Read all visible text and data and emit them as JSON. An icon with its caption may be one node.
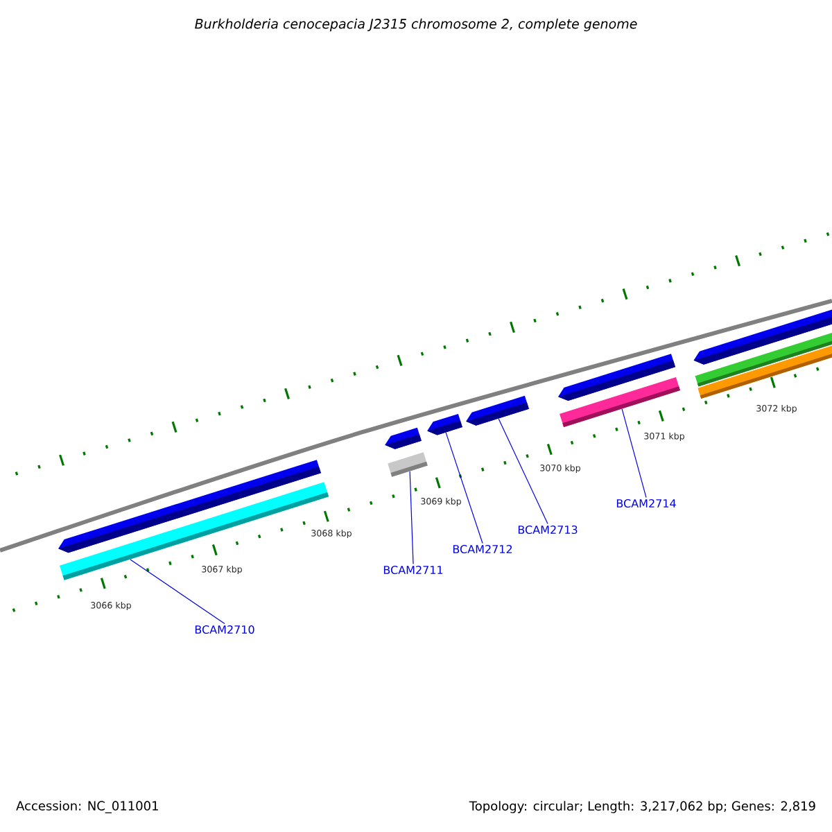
{
  "diagram": {
    "title": "Burkholderia cenocepacia J2315 chromosome 2, complete genome",
    "nodes": [
      {
        "text": [],
        "shape": "pentagon"
      },
      {
        "text": [],
        "shape": "bar"
      },
      {
        "text": [],
        "shape": "pentagon"
      },
      {
        "text": [],
        "shape": "bar"
      },
      {
        "text": [],
        "shape": "pentagon"
      },
      {
        "text": [],
        "shape": "pentagon"
      },
      {
        "text": [],
        "shape": "pentagon"
      },
      {
        "text": [],
        "shape": "bar"
      },
      {
        "text": [],
        "shape": "pentagon"
      },
      {
        "text": [],
        "shape": "bar"
      },
      {
        "text": [],
        "shape": "bar"
      },
      {
        "text": [
          "BCAM2710"
        ]
      },
      {
        "text": [
          "BCAM2711"
        ]
      },
      {
        "text": [
          "BCAM2712"
        ]
      },
      {
        "text": [
          "BCAM2713"
        ]
      },
      {
        "text": [
          "BCAM2714"
        ]
      }
    ],
    "edges": [
      {
        "from": 11,
        "to": 1,
        "arrow": "none"
      },
      {
        "from": 12,
        "to": 3,
        "arrow": "none"
      },
      {
        "from": 13,
        "to": 4,
        "arrow": "none"
      },
      {
        "from": 14,
        "to": 5,
        "arrow": "none"
      },
      {
        "from": 15,
        "to": 7,
        "arrow": "none"
      }
    ],
    "labels": [
      "3066 kbp",
      "3067 kbp",
      "3068 kbp",
      "3069 kbp",
      "3070 kbp",
      "3071 kbp",
      "3072 kbp",
      "Accession: NC_011001",
      "Topology: circular; Length: 3,217,062 bp; Genes: 2,819"
    ]
  }
}
